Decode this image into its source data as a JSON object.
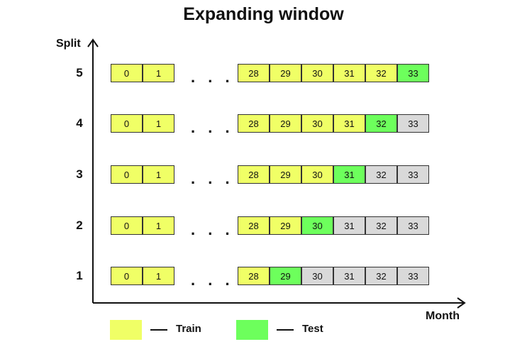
{
  "title": "Expanding window",
  "y_axis_label": "Split",
  "x_axis_label": "Month",
  "ellipsis": ". . .",
  "colors": {
    "train": "#f0ff66",
    "test": "#6dff5c",
    "unused": "#d9d9d9"
  },
  "chart_data": {
    "type": "diagram",
    "left_months": [
      "0",
      "1"
    ],
    "right_months": [
      "28",
      "29",
      "30",
      "31",
      "32",
      "33"
    ],
    "splits": [
      {
        "label": "5",
        "right_states": [
          "train",
          "train",
          "train",
          "train",
          "train",
          "test"
        ]
      },
      {
        "label": "4",
        "right_states": [
          "train",
          "train",
          "train",
          "train",
          "test",
          "unused"
        ]
      },
      {
        "label": "3",
        "right_states": [
          "train",
          "train",
          "train",
          "test",
          "unused",
          "unused"
        ]
      },
      {
        "label": "2",
        "right_states": [
          "train",
          "train",
          "test",
          "unused",
          "unused",
          "unused"
        ]
      },
      {
        "label": "1",
        "right_states": [
          "train",
          "test",
          "unused",
          "unused",
          "unused",
          "unused"
        ]
      }
    ]
  },
  "legend": [
    {
      "key": "train",
      "label": "Train"
    },
    {
      "key": "test",
      "label": "Test"
    }
  ]
}
